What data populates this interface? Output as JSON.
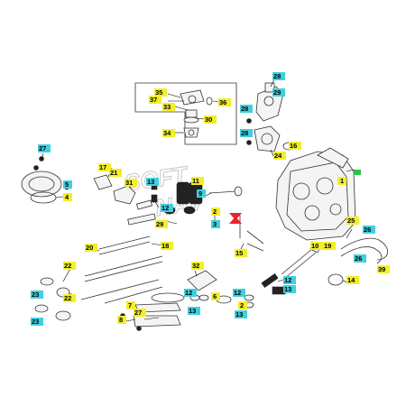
{
  "diagram": {
    "watermark": [
      "SOFT",
      "NAV"
    ],
    "colors": {
      "yellow_label": "#f2ee2a",
      "cyan_label": "#3fd0e0",
      "green_label": "#2fc24a",
      "red_marker": "#e8232b",
      "line": "#333333"
    },
    "labels": [
      {
        "text": "35",
        "c": "yellow"
      },
      {
        "text": "37",
        "c": "yellow"
      },
      {
        "text": "36",
        "c": "yellow"
      },
      {
        "text": "33",
        "c": "yellow"
      },
      {
        "text": "30",
        "c": "yellow"
      },
      {
        "text": "34",
        "c": "yellow"
      },
      {
        "text": "28",
        "c": "cyan"
      },
      {
        "text": "28",
        "c": "cyan"
      },
      {
        "text": "29",
        "c": "cyan"
      },
      {
        "text": "28",
        "c": "cyan"
      },
      {
        "text": "24",
        "c": "yellow"
      },
      {
        "text": "16",
        "c": "yellow"
      },
      {
        "text": "27",
        "c": "cyan"
      },
      {
        "text": "1",
        "c": "yellow"
      },
      {
        "text": "17",
        "c": "yellow"
      },
      {
        "text": "21",
        "c": "yellow"
      },
      {
        "text": "31",
        "c": "yellow"
      },
      {
        "text": "13",
        "c": "cyan"
      },
      {
        "text": "11",
        "c": "yellow"
      },
      {
        "text": "9",
        "c": "cyan"
      },
      {
        "text": "5",
        "c": "cyan"
      },
      {
        "text": "4",
        "c": "yellow"
      },
      {
        "text": "12",
        "c": "cyan"
      },
      {
        "text": "2",
        "c": "yellow"
      },
      {
        "text": "29",
        "c": "yellow"
      },
      {
        "text": "3",
        "c": "cyan"
      },
      {
        "text": "20",
        "c": "yellow"
      },
      {
        "text": "18",
        "c": "yellow"
      },
      {
        "text": "15",
        "c": "yellow"
      },
      {
        "text": "25",
        "c": "yellow"
      },
      {
        "text": "10",
        "c": "yellow"
      },
      {
        "text": "19",
        "c": "yellow"
      },
      {
        "text": "26",
        "c": "cyan"
      },
      {
        "text": "26",
        "c": "cyan"
      },
      {
        "text": "39",
        "c": "yellow"
      },
      {
        "text": "22",
        "c": "yellow"
      },
      {
        "text": "23",
        "c": "cyan"
      },
      {
        "text": "32",
        "c": "yellow"
      },
      {
        "text": "6",
        "c": "yellow"
      },
      {
        "text": "14",
        "c": "yellow"
      },
      {
        "text": "22",
        "c": "yellow"
      },
      {
        "text": "12",
        "c": "cyan"
      },
      {
        "text": "2",
        "c": "yellow"
      },
      {
        "text": "7",
        "c": "yellow"
      },
      {
        "text": "23",
        "c": "cyan"
      },
      {
        "text": "27",
        "c": "yellow"
      },
      {
        "text": "8",
        "c": "yellow"
      },
      {
        "text": "13",
        "c": "cyan"
      },
      {
        "text": "13",
        "c": "cyan"
      },
      {
        "text": "12",
        "c": "cyan"
      },
      {
        "text": "13",
        "c": "cyan"
      },
      {
        "text": "12",
        "c": "cyan"
      }
    ]
  }
}
